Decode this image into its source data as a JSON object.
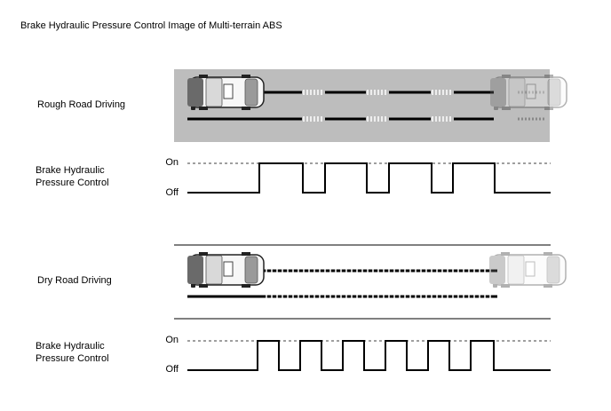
{
  "title": "Brake Hydraulic Pressure Control Image of Multi-terrain ABS",
  "sections": [
    {
      "road_label": "Rough Road Driving",
      "signal_label_line1": "Brake Hydraulic",
      "signal_label_line2": "Pressure Control",
      "on_label": "On",
      "off_label": "Off",
      "road_surface": "rough",
      "pulses": 4
    },
    {
      "road_label": "Dry Road Driving",
      "signal_label_line1": "Brake Hydraulic",
      "signal_label_line2": "Pressure Control",
      "on_label": "On",
      "off_label": "Off",
      "road_surface": "dry",
      "pulses": 6
    }
  ],
  "colors": {
    "rough_road_bg": "#bdbdbd",
    "line": "#000000",
    "ghost_car": "#e6e6e6"
  }
}
